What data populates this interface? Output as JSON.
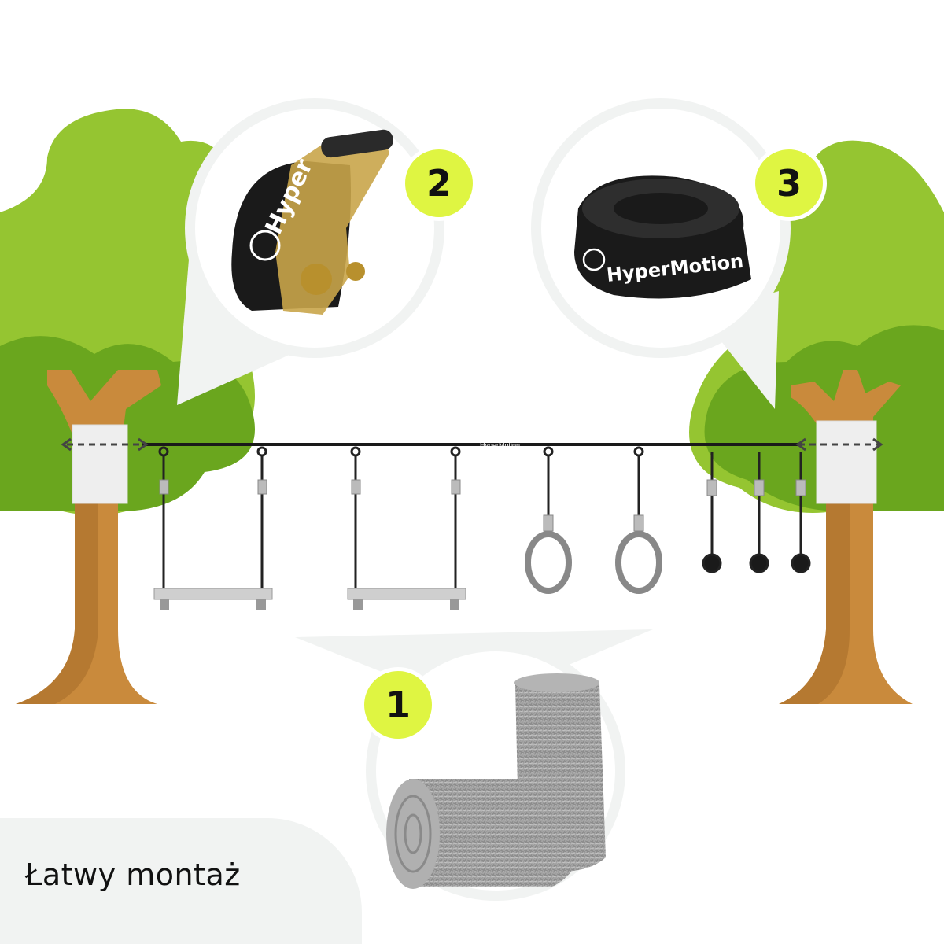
{
  "caption": "Łatwy montaż",
  "badges": {
    "one": "1",
    "two": "2",
    "three": "3"
  },
  "brand": {
    "ratchet_text": "Hyper",
    "strap_text": "HyperMotion",
    "slackline_text": "HyperMotion"
  },
  "colors": {
    "tree_light": "#95c531",
    "tree_dark": "#6aa61e",
    "trunk": "#c98a3c",
    "badge": "#dff542",
    "bubble": "#f1f3f2",
    "felt": "#9a9a9a"
  },
  "icons": [
    "tree-icon",
    "ratchet-icon",
    "strap-roll-icon",
    "felt-pad-icon",
    "trapeze-icon",
    "gym-ring-icon",
    "monkey-fist-icon",
    "dashed-arrow-icon"
  ]
}
